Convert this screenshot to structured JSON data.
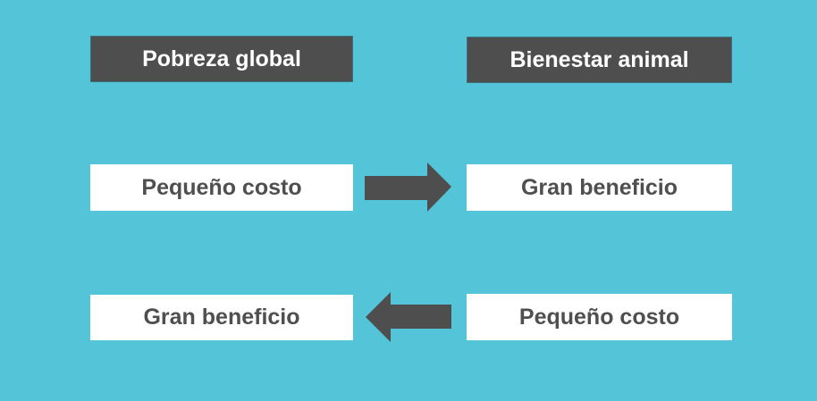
{
  "colors": {
    "background": "#54c4d9",
    "header_bg": "#4e4e4e",
    "header_text": "#ffffff",
    "cell_bg": "#ffffff",
    "cell_text": "#4f4f4f",
    "arrow": "#4e4e4e"
  },
  "columns": [
    {
      "header": "Pobreza global",
      "rows": [
        "Pequeño costo",
        "Gran beneficio"
      ]
    },
    {
      "header": "Bienestar animal",
      "rows": [
        "Gran beneficio",
        "Pequeño costo"
      ]
    }
  ],
  "arrows": [
    {
      "direction": "right",
      "icon": "arrow-right-icon"
    },
    {
      "direction": "left",
      "icon": "arrow-left-icon"
    }
  ]
}
